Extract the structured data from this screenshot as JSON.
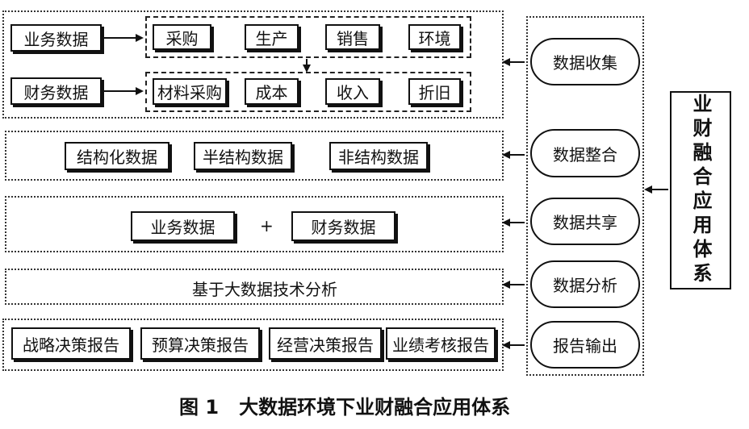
{
  "rows": {
    "collection": {
      "business_label": "业务数据",
      "finance_label": "财务数据",
      "business_items": [
        "采购",
        "生产",
        "销售",
        "环境"
      ],
      "finance_items": [
        "材料采购",
        "成本",
        "收入",
        "折旧"
      ]
    },
    "integration": {
      "items": [
        "结构化数据",
        "半结构数据",
        "非结构数据"
      ]
    },
    "sharing": {
      "left": "业务数据",
      "plus": "+",
      "right": "财务数据"
    },
    "analysis": {
      "text": "基于大数据技术分析"
    },
    "reports": {
      "items": [
        "战略决策报告",
        "预算决策报告",
        "经营决策报告",
        "业绩考核报告"
      ]
    }
  },
  "stages": [
    "数据收集",
    "数据整合",
    "数据共享",
    "数据分析",
    "报告输出"
  ],
  "system_title": "业财融合应用体系",
  "caption": "图 1   大数据环境下业财融合应用体系"
}
